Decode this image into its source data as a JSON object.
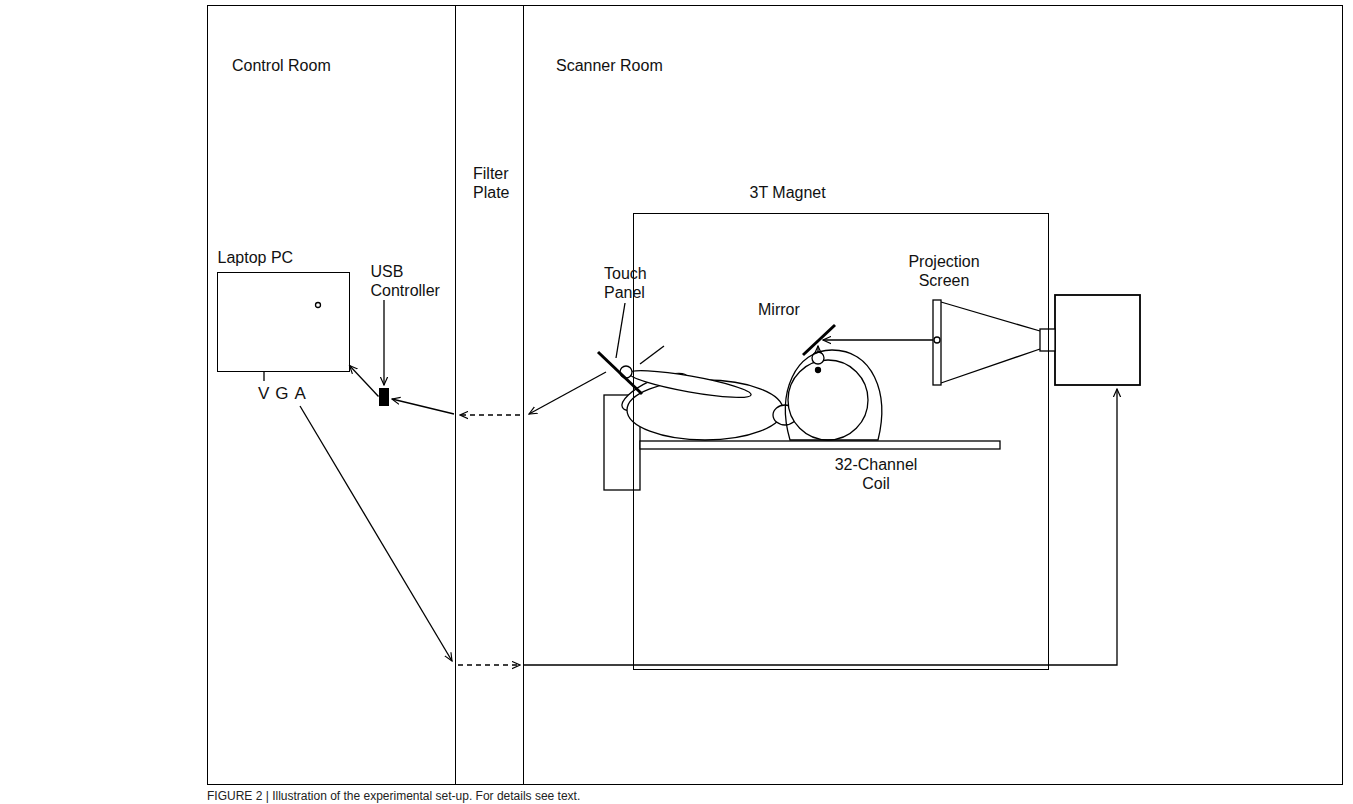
{
  "diagram": {
    "caption": "FIGURE 2 | Illustration of the experimental set-up. For details see text.",
    "nodes": [
      {
        "text": [
          "Control Room"
        ]
      },
      {
        "text": [
          "Laptop PC"
        ],
        "in": 0
      },
      {
        "text": [
          "USB Controller"
        ],
        "in": 0
      },
      {
        "text": [
          "Filter Plate"
        ]
      },
      {
        "text": [
          "Scanner Room"
        ]
      },
      {
        "text": [
          "3T Magnet"
        ],
        "in": 4
      }
    ],
    "edges": [
      {
        "from": 2,
        "to": 1,
        "arrow": "to"
      }
    ],
    "labels": [
      "Touch Panel",
      "Mirror",
      "Projection Screen",
      "32-Channel Coil",
      "VGA"
    ]
  }
}
